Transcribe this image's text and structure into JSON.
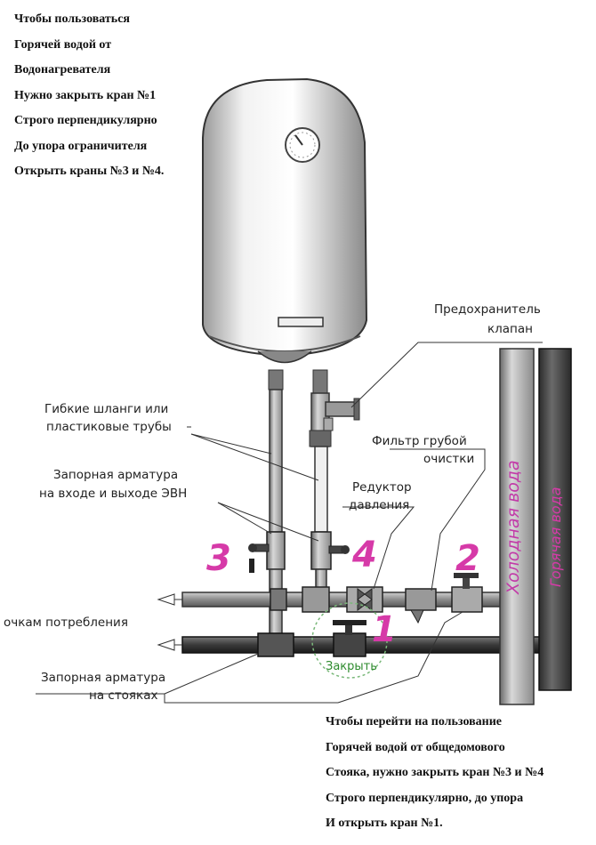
{
  "instructions_top": [
    "Чтобы пользоваться",
    "Горячей водой от",
    "Водонагревателя",
    "Нужно закрыть кран №1",
    "Строго перпендикулярно",
    "До упора ограничителя",
    "Открыть краны №3 и №4."
  ],
  "instructions_bottom": [
    "Чтобы перейти на пользование",
    "Горячей водой от общедомового",
    "Стояка, нужно закрыть кран №3 и №4",
    "Строго перпендикулярно, до упора",
    "И открыть кран №1."
  ],
  "labels": {
    "safety_valve_1": "Предохранитель",
    "safety_valve_2": "клапан",
    "hoses_1": "Гибкие шланги или",
    "hoses_2": "пластиковые трубы",
    "filter_1": "Фильтр грубой",
    "filter_2": "очистки",
    "reducer_1": "Редуктор",
    "reducer_2": "давления",
    "shutoff_ewh_1": "Запорная арматура",
    "shutoff_ewh_2": "на входе и выходе ЭВН",
    "consumers": "очкам потребления",
    "shutoff_risers_1": "Запорная арматура",
    "shutoff_risers_2": "на стояках",
    "close": "Закрыть",
    "cold_water": "Холодная вода",
    "hot_water": "Горячая вода"
  },
  "valve_numbers": {
    "n1": "1",
    "n2": "2",
    "n3": "3",
    "n4": "4"
  },
  "colors": {
    "annotation_numbers": "#d63aa8",
    "close_label": "#2e8b2e",
    "hot_water_label": "#d63aa8",
    "cold_water_label": "#c23aa8"
  }
}
